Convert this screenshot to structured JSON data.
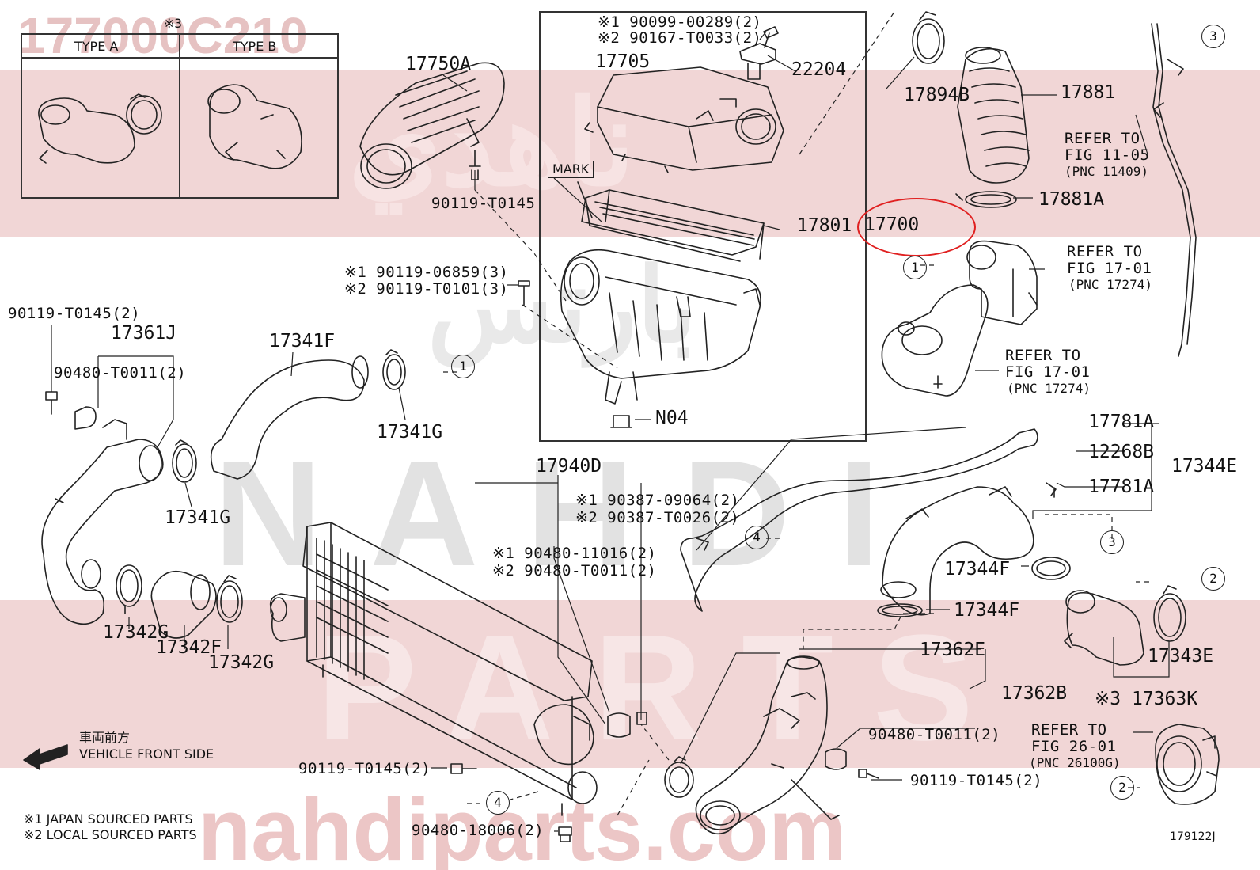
{
  "watermark": {
    "part_no": "177000C210",
    "brand_ar_top": "ناهدي",
    "brand_ar_mid": "بارتس",
    "brand_latin1": "NAHDI",
    "brand_latin2": "PARTS",
    "site": "nahdiparts.com"
  },
  "type_table": {
    "note_mark": "※3",
    "type_a": "TYPE A",
    "type_b": "TYPE B"
  },
  "labels": {
    "p17750A": "17750A",
    "p90119T0145_a": "90119-T0145",
    "p17705": "17705",
    "p90099": "※1 90099-00289(2)",
    "p90167": "※2 90167-T0033(2)",
    "p22204": "22204",
    "mark": "MARK",
    "p17801": "17801",
    "p17700": "17700",
    "p90119_06859": "※1 90119-06859(3)",
    "p90119_T0101": "※2 90119-T0101(3)",
    "pN04": "N04",
    "p17894B": "17894B",
    "p17881": "17881",
    "p17881A": "17881A",
    "refer1105_a": "REFER TO",
    "refer1105_b": "FIG 11-05",
    "refer1105_c": "(PNC 11409)",
    "refer1701a_a": "REFER TO",
    "refer1701a_b": "FIG 17-01",
    "refer1701a_c": "(PNC 17274)",
    "refer1701b_a": "REFER TO",
    "refer1701b_b": "FIG 17-01",
    "refer1701b_c": "(PNC 17274)",
    "p90119_T0145_2a": "90119-T0145(2)",
    "p17361J": "17361J",
    "p90480_T0011_2a": "90480-T0011(2)",
    "p17341F": "17341F",
    "p17341G_a": "17341G",
    "p17341G_b": "17341G",
    "p17342G_a": "17342G",
    "p17342F": "17342F",
    "p17342G_b": "17342G",
    "p17940D": "17940D",
    "p90387_09064": "※1 90387-09064(2)",
    "p90387_T0026": "※2 90387-T0026(2)",
    "p90480_11016": "※1 90480-11016(2)",
    "p90480_T0011_2b": "※2 90480-T0011(2)",
    "p17781A_a": "17781A",
    "p12268B": "12268B",
    "p17781A_b": "17781A",
    "p17344E": "17344E",
    "p17344F_a": "17344F",
    "p17344F_b": "17344F",
    "p17362E": "17362E",
    "p17362B": "17362B",
    "p90480_T0011_2c": "90480-T0011(2)",
    "p90119_T0145_2b": "90119-T0145(2)",
    "p90119_T0145_2c": "90119-T0145(2)",
    "p90480_18006": "90480-18006(2)",
    "p17343E": "17343E",
    "p17363K": "※3 17363K",
    "refer2601_a": "REFER TO",
    "refer2601_b": "FIG 26-01",
    "refer2601_c": "(PNC 26100G)",
    "front_jp": "車両前方",
    "front_en": "VEHICLE FRONT SIDE",
    "legend1": "※1  JAPAN SOURCED PARTS",
    "legend2": "※2  LOCAL SOURCED PARTS",
    "fig_no": "179122J"
  },
  "callouts": [
    "1",
    "2",
    "3",
    "4"
  ],
  "colors": {
    "band": "#e8c4c4",
    "watermark_red": "#e2bcbc",
    "watermark_gray": "#d6d6d6",
    "highlight": "#e02020"
  }
}
